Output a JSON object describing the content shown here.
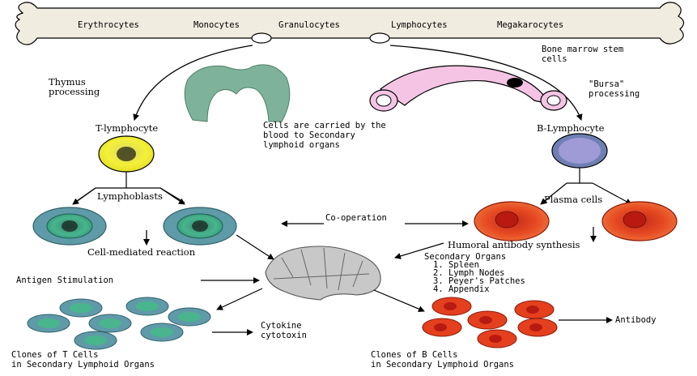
{
  "bone_cells": [
    "Erythrocytes",
    "Monocytes",
    "Granulocytes",
    "Lymphocytes",
    "Megakarocytes"
  ],
  "labels": {
    "stem_cells": [
      "Bone marrow stem",
      "cells"
    ],
    "thymus": [
      "Thymus",
      "processing"
    ],
    "bursa": [
      "\"Bursa\"",
      "processing"
    ],
    "carried": [
      "Cells are carried by the",
      "blood to Secondary",
      "lymphoid organs"
    ],
    "t_lymphocyte": "T-lymphocyte",
    "b_lymphocyte": "B-Lymphocyte",
    "lymphoblasts": "Lymphoblasts",
    "plasma_cells": "Plasma cells",
    "cooperation": "Co-operation",
    "cell_mediated": "Cell-mediated reaction",
    "humoral": "Humoral antibody synthesis",
    "antigen": "Antigen Stimulation",
    "secondary_title": "Secondary Organs",
    "secondary_items": [
      "1. Spleen",
      "2. Lymph Nodes",
      "3. Peyer's Patches",
      "4. Appendix"
    ],
    "cytokine": [
      "Cytokine",
      "cytotoxin"
    ],
    "antibody": "Antibody",
    "clones_t": [
      "Clones of T Cells",
      "in Secondary Lymphoid Organs"
    ],
    "clones_b": [
      "Clones of B Cells",
      "in Secondary Lymphoid Organs"
    ]
  },
  "colors": {
    "bone": "#f1ece0",
    "thymus": "#7fb29a",
    "bursa": "#f5c4e4",
    "t_cell": "#f4f03a",
    "b_cell": "#9f9bd6",
    "lymphoblast": "#5f9aa8",
    "lymphoblast_core": "#3fae7f",
    "plasma": "#e4401e",
    "arrow": "#000000"
  }
}
